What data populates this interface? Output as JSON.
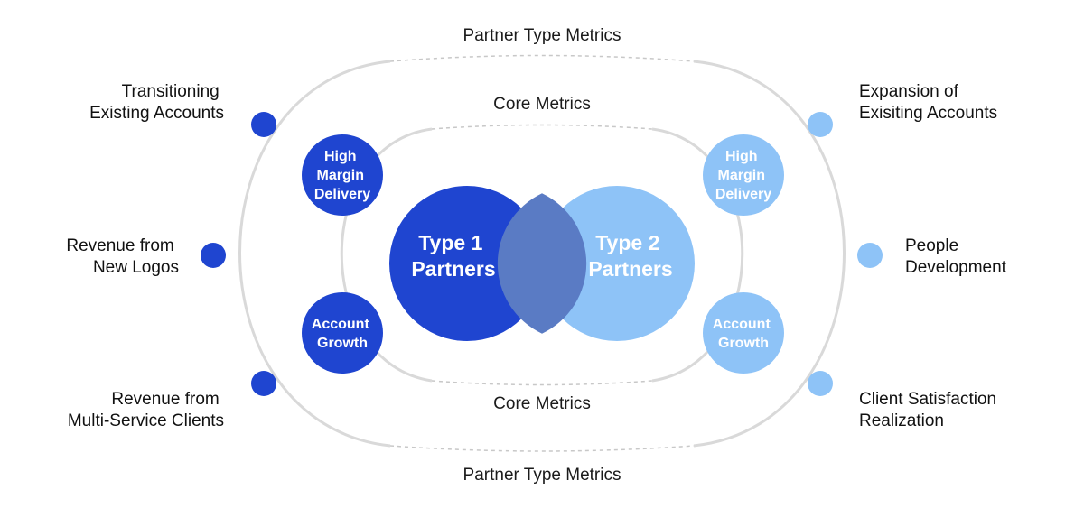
{
  "colors": {
    "type1": "#1f45d0",
    "type2": "#8ec3f7",
    "overlap": "#5a7bc4",
    "ring": "#d9d9d9",
    "dashed": "#c8c8c8"
  },
  "captions": {
    "outer_top": "Partner Type Metrics",
    "outer_bottom": "Partner Type Metrics",
    "inner_top": "Core Metrics",
    "inner_bottom": "Core Metrics"
  },
  "partners": {
    "type1": {
      "line1": "Type 1",
      "line2": "Partners"
    },
    "type2": {
      "line1": "Type 2",
      "line2": "Partners"
    }
  },
  "core_left": {
    "top": {
      "line1": "High",
      "line2": "Margin",
      "line3": "Delivery"
    },
    "bottom": {
      "line1": "Account",
      "line2": "Growth"
    }
  },
  "core_right": {
    "top": {
      "line1": "High",
      "line2": "Margin",
      "line3": "Delivery"
    },
    "bottom": {
      "line1": "Account",
      "line2": "Growth"
    }
  },
  "outer_left": [
    {
      "line1": "Transitioning",
      "line2": "Existing Accounts"
    },
    {
      "line1": "Revenue from",
      "line2": "New Logos"
    },
    {
      "line1": "Revenue from",
      "line2": "Multi-Service Clients"
    }
  ],
  "outer_right": [
    {
      "line1": "Expansion of",
      "line2": "Exisiting Accounts"
    },
    {
      "line1": "People",
      "line2": "Development"
    },
    {
      "line1": "Client Satisfaction",
      "line2": "Realization"
    }
  ],
  "icons": {
    "outer_left_dots": "dot-icon",
    "outer_right_dots": "dot-icon"
  }
}
